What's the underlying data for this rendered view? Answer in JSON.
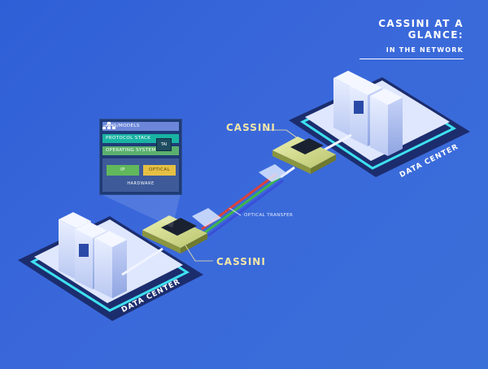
{
  "title": {
    "main": "CASSINI AT A GLANCE:",
    "sub": "IN THE NETWORK"
  },
  "labels": {
    "cassini_top": "CASSINI",
    "cassini_bottom": "CASSINI",
    "data_center_left": "DATA CENTER",
    "data_center_right": "DATA CENTER",
    "optical_transfer": "OPTICAL TRANSFER"
  },
  "stack": {
    "apis": "APIS/MODELS",
    "protocol": "PROTOCOL STACK",
    "os": "OPERATING SYSTEM",
    "tai": "TAI",
    "ip": "IP",
    "optical": "OPTICAL",
    "hardware": "HARDWARE"
  },
  "colors": {
    "background": "#3565d8",
    "cassini_label": "#f3e6a8",
    "fiber_red": "#d9423b",
    "fiber_green": "#3fb54a",
    "fiber_blue": "#3a4fd8",
    "platform_glow": "#3ee0f0"
  }
}
